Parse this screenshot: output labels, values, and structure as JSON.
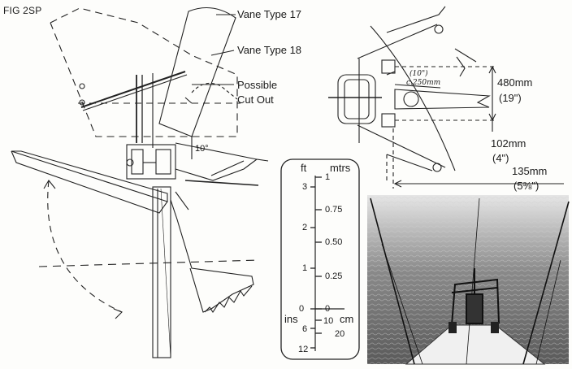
{
  "figure_label": "FIG 2SP",
  "labels": {
    "vane_17": "Vane Type 17",
    "vane_18": "Vane Type 18",
    "possible": "Possible",
    "cut_out": "Cut Out",
    "deg10": "10°"
  },
  "dimensions": {
    "d480_mm": "480mm",
    "d480_in": "(19\")",
    "d102_mm": "102mm",
    "d102_in": "(4\")",
    "d135_mm": "135mm",
    "d135_in": "(5⅜\")",
    "handwritten_in": "(10\")",
    "handwritten_mm": "c.250mm"
  },
  "scale": {
    "ft": "ft",
    "mtrs": "mtrs",
    "ins": "ins",
    "cm": "cm",
    "ft_ticks": [
      "3",
      "2",
      "1",
      "0"
    ],
    "m_ticks": [
      "1",
      "0.75",
      "0.50",
      "0.25",
      "0"
    ],
    "in_ticks": [
      "6",
      "12"
    ],
    "cm_ticks": [
      "10",
      "20"
    ]
  }
}
